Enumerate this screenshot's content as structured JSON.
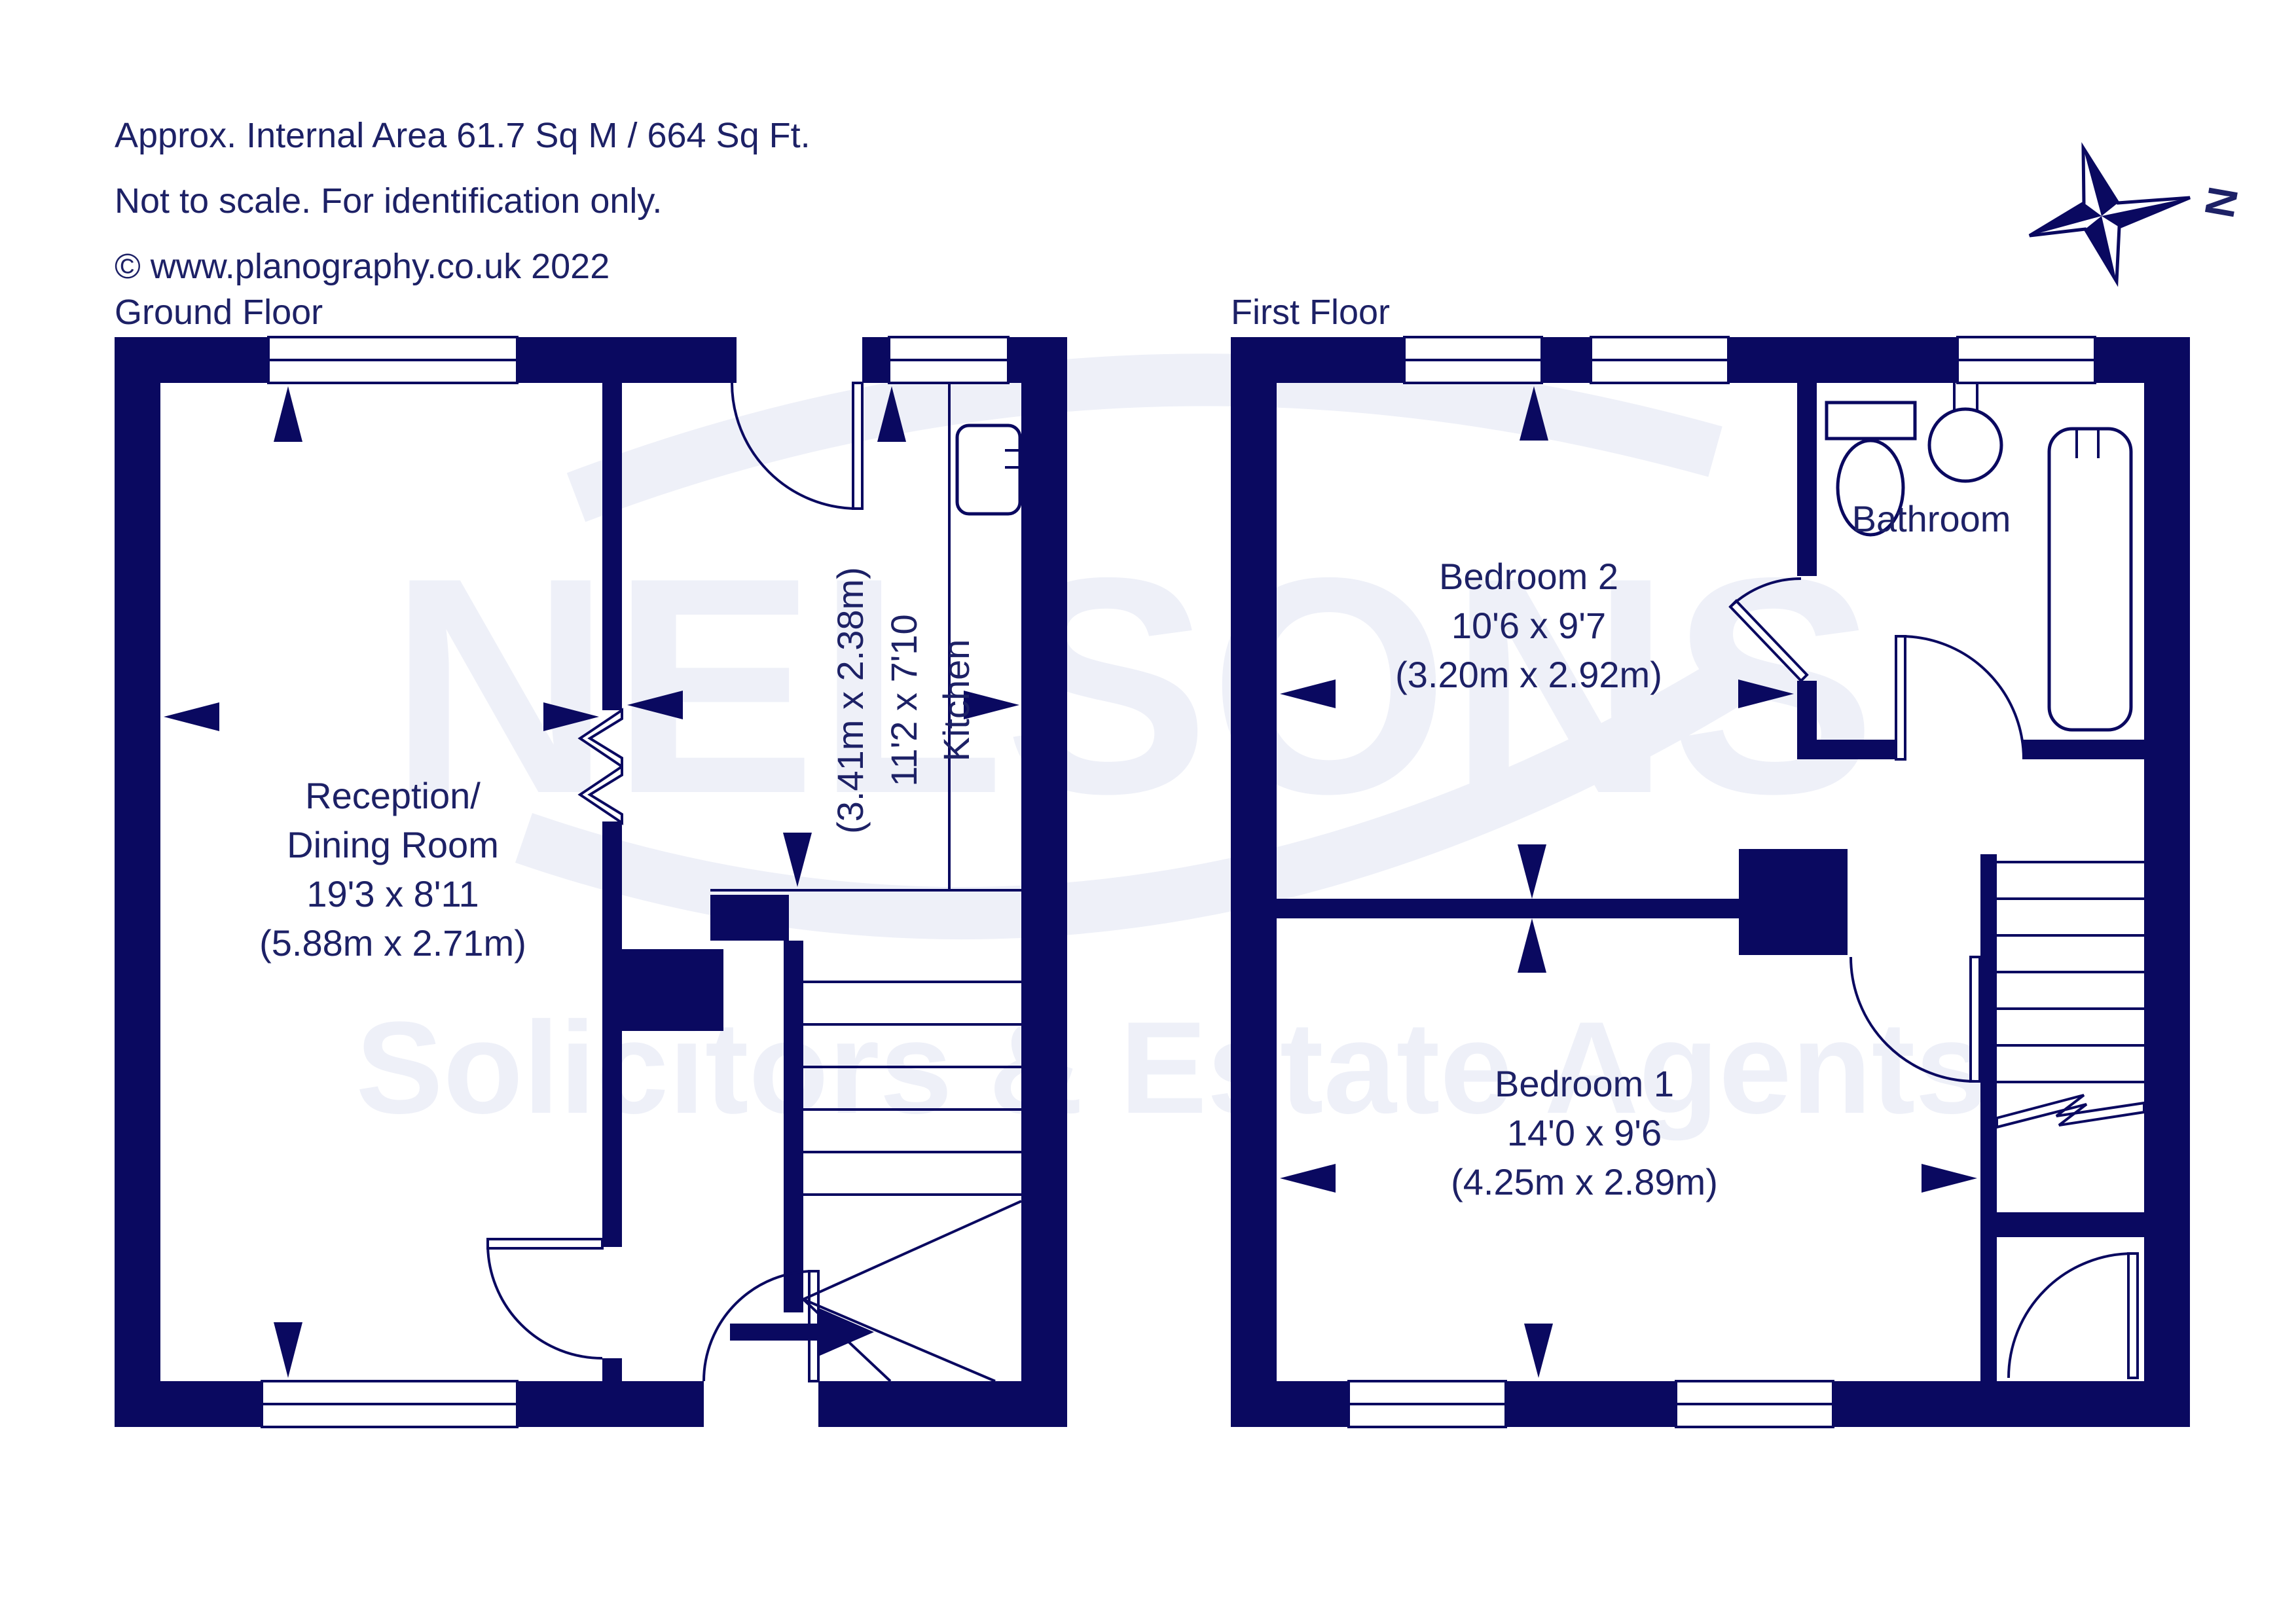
{
  "colors": {
    "wall_navy": "#0a0960",
    "text_navy": "#1d2166",
    "watermark": "#eef0f8"
  },
  "header": {
    "line1": "Approx. Internal Area 61.7 Sq M / 664 Sq Ft.",
    "line2": "Not to scale. For identification only.",
    "line3": "© www.planography.co.uk 2022"
  },
  "compass": {
    "north_label": "N"
  },
  "watermark": {
    "brand": "NELSONS",
    "tagline": "Solicitors & Estate Agents"
  },
  "ground_floor": {
    "title": "Ground Floor",
    "reception": {
      "name_line1": "Reception/",
      "name_line2": "Dining Room",
      "dims_imperial": "19'3 x 8'11",
      "dims_metric": "(5.88m x 2.71m)"
    },
    "kitchen": {
      "name": "Kitchen",
      "dims_imperial": "11'2 x 7'10",
      "dims_metric": "(3.41m x 2.38m)"
    }
  },
  "first_floor": {
    "title": "First Floor",
    "bedroom2": {
      "name": "Bedroom 2",
      "dims_imperial": "10'6 x 9'7",
      "dims_metric": "(3.20m x 2.92m)"
    },
    "bedroom1": {
      "name": "Bedroom 1",
      "dims_imperial": "14'0 x 9'6",
      "dims_metric": "(4.25m x 2.89m)"
    },
    "bathroom": {
      "name": "Bathroom"
    }
  }
}
